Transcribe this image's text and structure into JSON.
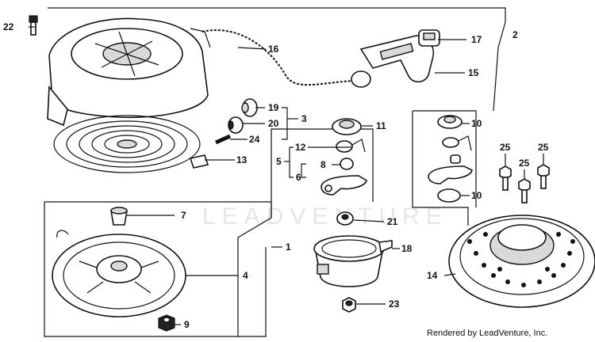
{
  "watermark": "LEADVENTURE",
  "footer": "Rendered by LeadVenture, Inc.",
  "callouts": {
    "c1": "1",
    "c2": "2",
    "c3": "3",
    "c4": "4",
    "c5": "5",
    "c6": "6",
    "c7": "7",
    "c8": "8",
    "c9": "9",
    "c10a": "10",
    "c10b": "10",
    "c11": "11",
    "c12": "12",
    "c13": "13",
    "c14": "14",
    "c15": "15",
    "c16": "16",
    "c17": "17",
    "c18": "18",
    "c19": "19",
    "c20": "20",
    "c21": "21",
    "c22": "22",
    "c23": "23",
    "c24": "24",
    "c25a": "25",
    "c25b": "25",
    "c25c": "25"
  }
}
